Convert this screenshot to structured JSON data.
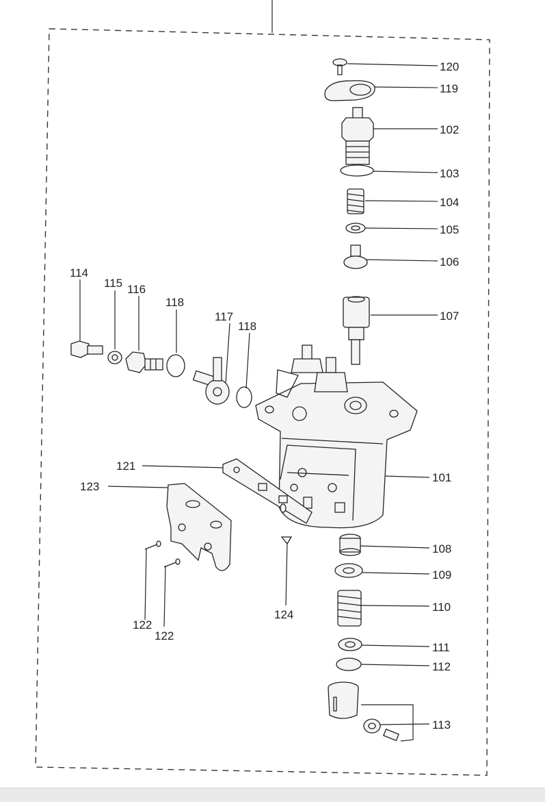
{
  "diagram": {
    "callouts": [
      {
        "id": "c120",
        "text": "120"
      },
      {
        "id": "c119",
        "text": "119"
      },
      {
        "id": "c102",
        "text": "102"
      },
      {
        "id": "c103",
        "text": "103"
      },
      {
        "id": "c104",
        "text": "104"
      },
      {
        "id": "c105",
        "text": "105"
      },
      {
        "id": "c106",
        "text": "106"
      },
      {
        "id": "c107",
        "text": "107"
      },
      {
        "id": "c114",
        "text": "114"
      },
      {
        "id": "c115",
        "text": "115"
      },
      {
        "id": "c116",
        "text": "116"
      },
      {
        "id": "c118a",
        "text": "118"
      },
      {
        "id": "c117",
        "text": "117"
      },
      {
        "id": "c118b",
        "text": "118"
      },
      {
        "id": "c121",
        "text": "121"
      },
      {
        "id": "c101",
        "text": "101"
      },
      {
        "id": "c123",
        "text": "123"
      },
      {
        "id": "c108",
        "text": "108"
      },
      {
        "id": "c109",
        "text": "109"
      },
      {
        "id": "c124",
        "text": "124"
      },
      {
        "id": "c110",
        "text": "110"
      },
      {
        "id": "c122a",
        "text": "122"
      },
      {
        "id": "c122b",
        "text": "122"
      },
      {
        "id": "c111",
        "text": "111"
      },
      {
        "id": "c112",
        "text": "112"
      },
      {
        "id": "c113",
        "text": "113"
      }
    ]
  }
}
